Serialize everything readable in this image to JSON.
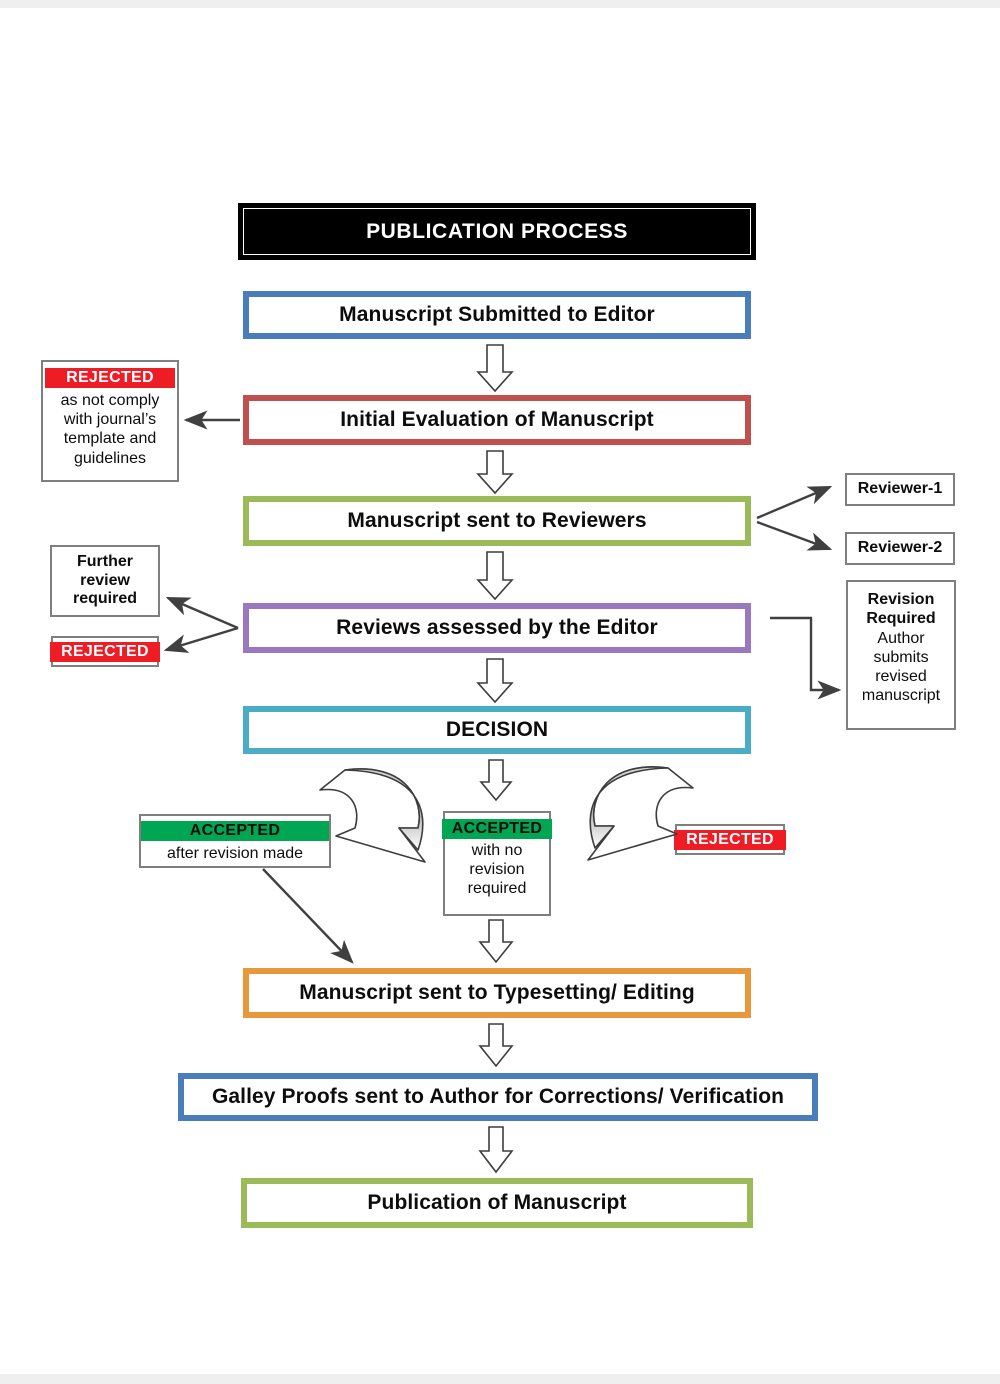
{
  "diagram": {
    "title": "PUBLICATION PROCESS",
    "type": "flowchart",
    "orientation": "top-to-bottom"
  },
  "nodes": {
    "title": {
      "label": "PUBLICATION PROCESS",
      "border_color": "#000000",
      "fill": "#000000",
      "text_color": "#ffffff"
    },
    "submitted": {
      "label": "Manuscript Submitted to Editor",
      "border_color": "#4a7ebb"
    },
    "initial_eval": {
      "label": "Initial Evaluation of Manuscript",
      "border_color": "#c0504d"
    },
    "sent_reviewers": {
      "label": "Manuscript sent to Reviewers",
      "border_color": "#9bbb59"
    },
    "reviews_assessed": {
      "label": "Reviews assessed by the Editor",
      "border_color": "#9a78c0"
    },
    "decision": {
      "label": "DECISION",
      "border_color": "#4bacc6"
    },
    "typesetting": {
      "label": "Manuscript sent to Typesetting/ Editing",
      "border_color": "#e8983a"
    },
    "galley": {
      "label": "Galley Proofs sent to Author for Corrections/ Verification",
      "border_color": "#4a7ebb"
    },
    "publication": {
      "label": "Publication of Manuscript",
      "border_color": "#9bbb59"
    }
  },
  "side_nodes": {
    "rejected_template": {
      "tag": "REJECTED",
      "tag_color": "#ee1c25",
      "body": "as not comply with journal’s template and guidelines"
    },
    "reviewer_1": {
      "label": "Reviewer-1"
    },
    "reviewer_2": {
      "label": "Reviewer-2"
    },
    "further_review": {
      "label": "Further review required"
    },
    "rejected_after_review": {
      "tag": "REJECTED",
      "tag_color": "#ee1c25"
    },
    "revision_required": {
      "title": "Revision Required",
      "body": "Author submits revised manuscript"
    },
    "accepted_after_revision": {
      "tag": "ACCEPTED",
      "tag_color": "#00a651",
      "body": "after revision made"
    },
    "accepted_no_revision": {
      "tag": "ACCEPTED",
      "tag_color": "#00a651",
      "body": "with no revision required"
    },
    "rejected_decision": {
      "tag": "REJECTED",
      "tag_color": "#ee1c25"
    }
  },
  "connectors": {
    "block_arrow_count": 7,
    "curved_arrow_left": "decision-to-accepted-after-revision",
    "curved_arrow_right": "decision-to-rejected",
    "line_arrows": [
      "initial-eval-to-rejected-template",
      "sent-reviewers-to-reviewer-1",
      "sent-reviewers-to-reviewer-2",
      "reviews-assessed-to-further-review",
      "reviews-assessed-to-rejected",
      "reviews-assessed-to-revision-required",
      "accepted-after-revision-to-typesetting"
    ]
  }
}
